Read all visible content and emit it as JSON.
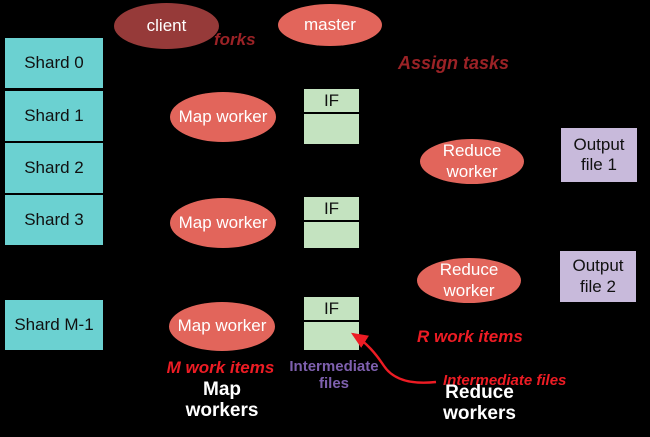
{
  "colors": {
    "background": "#000000",
    "shard_fill": "#6bd1d1",
    "client_fill": "#963a39",
    "worker_fill": "#e2655b",
    "if_fill": "#c4e3c0",
    "output_fill": "#c8badb",
    "dark_red_text": "#9b2226",
    "bright_red_text": "#ed1c24",
    "purple_text": "#7e60ae",
    "white_text": "#ffffff"
  },
  "shards": [
    "Shard 0",
    "Shard 1",
    "Shard 2",
    "Shard 3",
    "Shard M-1"
  ],
  "nodes": {
    "client": "client",
    "master": "master",
    "map_worker": "Map worker",
    "reduce_worker": "Reduce worker",
    "if_label": "IF",
    "output_file_1": "Output file 1",
    "output_file_2": "Output file 2"
  },
  "labels": {
    "forks": "forks",
    "assign_tasks": "Assign tasks",
    "m_work_items": "M work items",
    "map_workers": "Map workers",
    "intermediate_files_purple": "Intermediate files",
    "r_work_items": "R work items",
    "intermediate_files_red": "Intermediate files",
    "reduce_workers": "Reduce workers"
  }
}
